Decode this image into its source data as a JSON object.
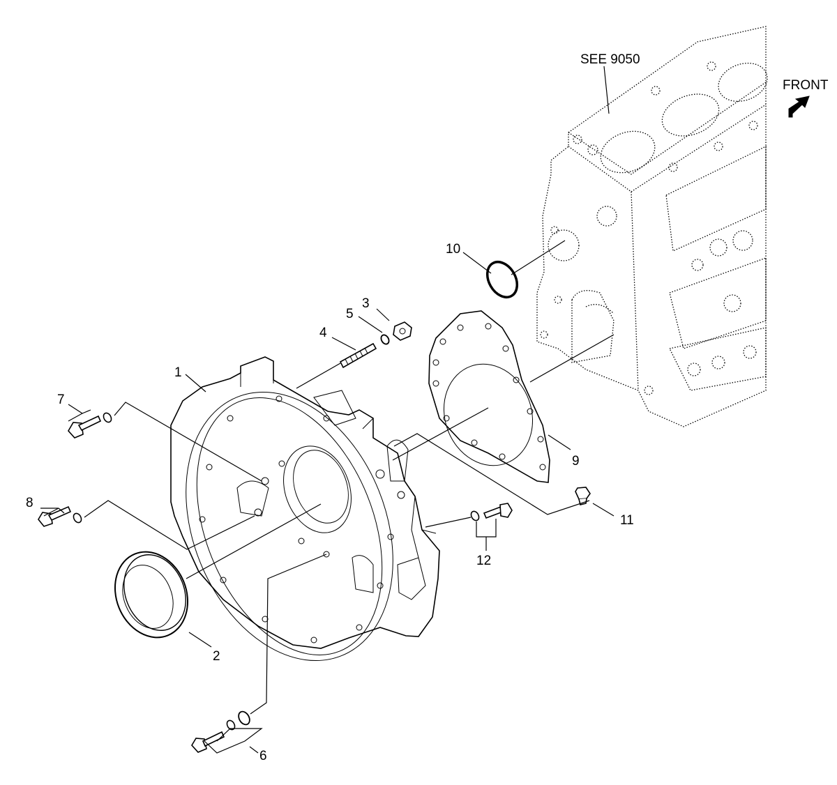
{
  "diagram": {
    "front_label": "FRONT",
    "see_reference": "SEE 9050",
    "callouts": [
      {
        "id": "c1",
        "text": "1"
      },
      {
        "id": "c2",
        "text": "2"
      },
      {
        "id": "c3",
        "text": "3"
      },
      {
        "id": "c4",
        "text": "4"
      },
      {
        "id": "c5",
        "text": "5"
      },
      {
        "id": "c6",
        "text": "6"
      },
      {
        "id": "c7",
        "text": "7"
      },
      {
        "id": "c8",
        "text": "8"
      },
      {
        "id": "c9",
        "text": "9"
      },
      {
        "id": "c10",
        "text": "10"
      },
      {
        "id": "c11",
        "text": "11"
      },
      {
        "id": "c12",
        "text": "12"
      }
    ]
  }
}
